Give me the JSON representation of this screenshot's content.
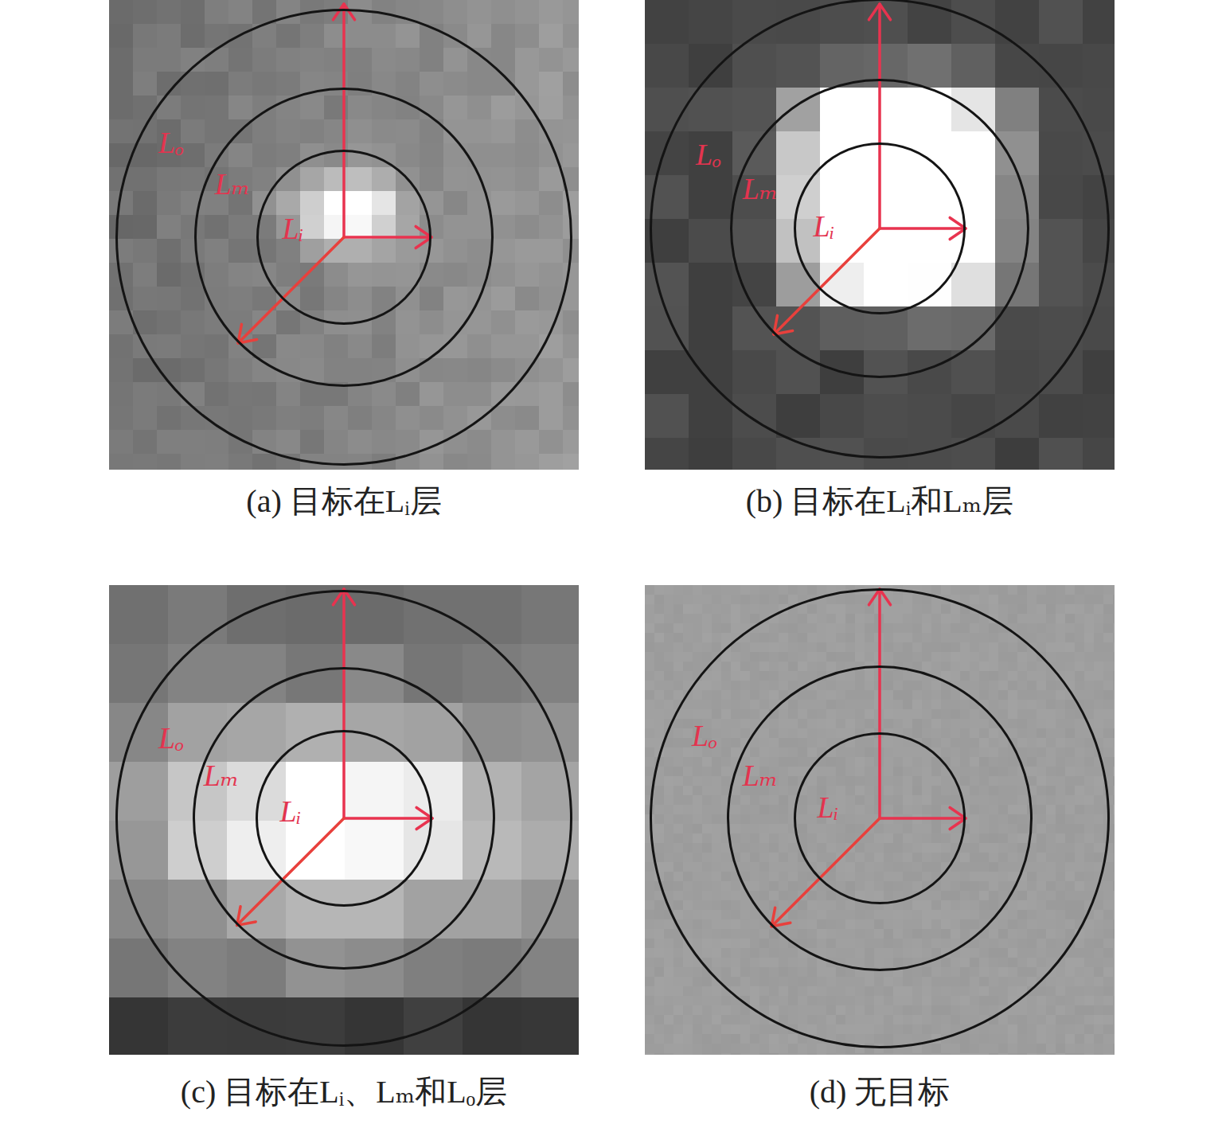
{
  "diagram": {
    "nodes": [
      {
        "text": [
          "(a) 目标在Lᵢ层"
        ]
      },
      {
        "text": [
          "Lₒ"
        ],
        "in": 0
      },
      {
        "text": [
          "Lₘ"
        ],
        "in": 1
      },
      {
        "text": [
          "Lᵢ"
        ],
        "in": 2
      },
      {
        "text": [
          "(b) 目标在Lᵢ和Lₘ层"
        ]
      },
      {
        "text": [
          "Lₒ"
        ],
        "in": 4
      },
      {
        "text": [
          "Lₘ"
        ],
        "in": 5
      },
      {
        "text": [
          "Lᵢ"
        ],
        "in": 6
      },
      {
        "text": [
          "(c) 目标在Lᵢ、Lₘ和Lₒ层"
        ]
      },
      {
        "text": [
          "Lₒ"
        ],
        "in": 8
      },
      {
        "text": [
          "Lₘ"
        ],
        "in": 9
      },
      {
        "text": [
          "Lᵢ"
        ],
        "in": 10
      },
      {
        "text": [
          "(d) 无目标"
        ]
      },
      {
        "text": [
          "Lₒ"
        ],
        "in": 12
      },
      {
        "text": [
          "Lₘ"
        ],
        "in": 13
      },
      {
        "text": [
          "Lᵢ"
        ],
        "in": 14
      }
    ]
  }
}
